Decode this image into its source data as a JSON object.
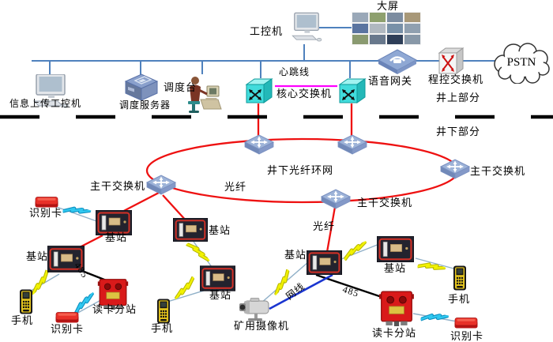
{
  "labels": {
    "industrial_pc": "工控机",
    "big_screen": "大屏",
    "pstn": "PSTN",
    "voice_gateway": "语音网关",
    "pbx": "程控交换机",
    "info_upload_pc": "信息上传工控机",
    "dispatch_server": "调度服务器",
    "dispatch_console": "调度台",
    "heartbeat_line": "心跳线",
    "core_switch": "核心交换机",
    "above_ground": "井上部分",
    "below_ground": "井下部分",
    "fiber_ring": "井下光纤环网",
    "fiber": "光纤",
    "backbone_switch": "主干交换机",
    "base_station": "基站",
    "phone": "手机",
    "id_card": "识别卡",
    "card_reader": "读卡分站",
    "mine_camera": "矿用摄像机",
    "rs485": "485",
    "network_cable": "网线"
  },
  "colors": {
    "bus_line": "#4f81bd",
    "fiber_line": "#ee1111",
    "heartbeat": "#ff00ff",
    "cable_485": "#000000",
    "network_cable": "#1a35d0",
    "wireless_link": "#90b0c8",
    "bolt_yellow": "#f2f200",
    "bolt_yellow_edge": "#b8b800",
    "bolt_cyan": "#2fc8f0",
    "bolt_cyan_edge": "#0f90c0",
    "surface_line": "#000000"
  }
}
